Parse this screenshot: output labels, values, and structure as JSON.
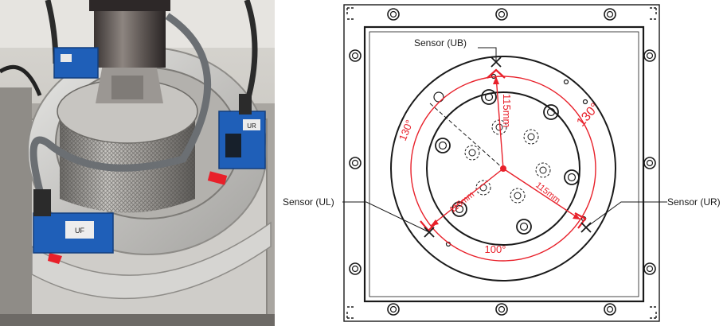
{
  "photo": {
    "sensor_tag_front": "UF",
    "sensor_tag_right": "UR"
  },
  "drawing": {
    "sensor_ub_label": "Sensor (UB)",
    "sensor_ul_label": "Sensor (UL)",
    "sensor_ur_label": "Sensor (UR)",
    "dim_radius_top": "115mm",
    "dim_radius_left": "115mm",
    "dim_radius_right": "115mm",
    "angle_left": "130°",
    "angle_right": "130°",
    "angle_bottom": "100°"
  },
  "colors": {
    "annotation_red": "#e8202a",
    "line_black": "#1a1a1a",
    "sensor_blue": "#1f5fb8"
  }
}
